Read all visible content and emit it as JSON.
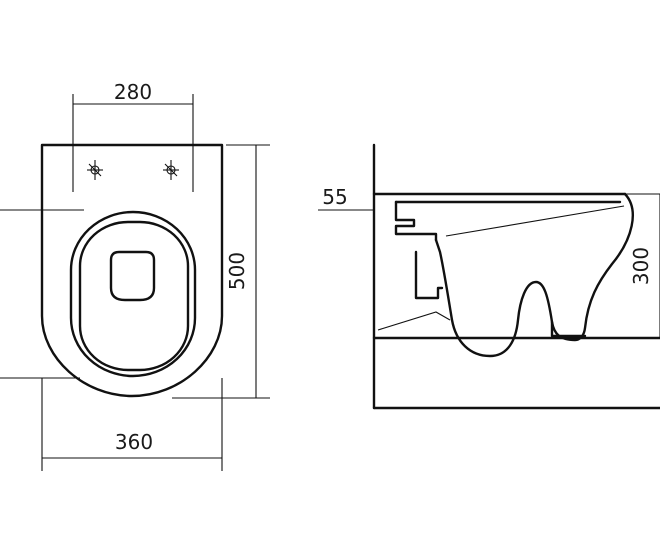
{
  "top_view": {
    "dim_fixing_width": "280",
    "dim_width": "360",
    "dim_length": "500"
  },
  "side_view": {
    "dim_wall_offset": "55",
    "dim_height": "300"
  }
}
